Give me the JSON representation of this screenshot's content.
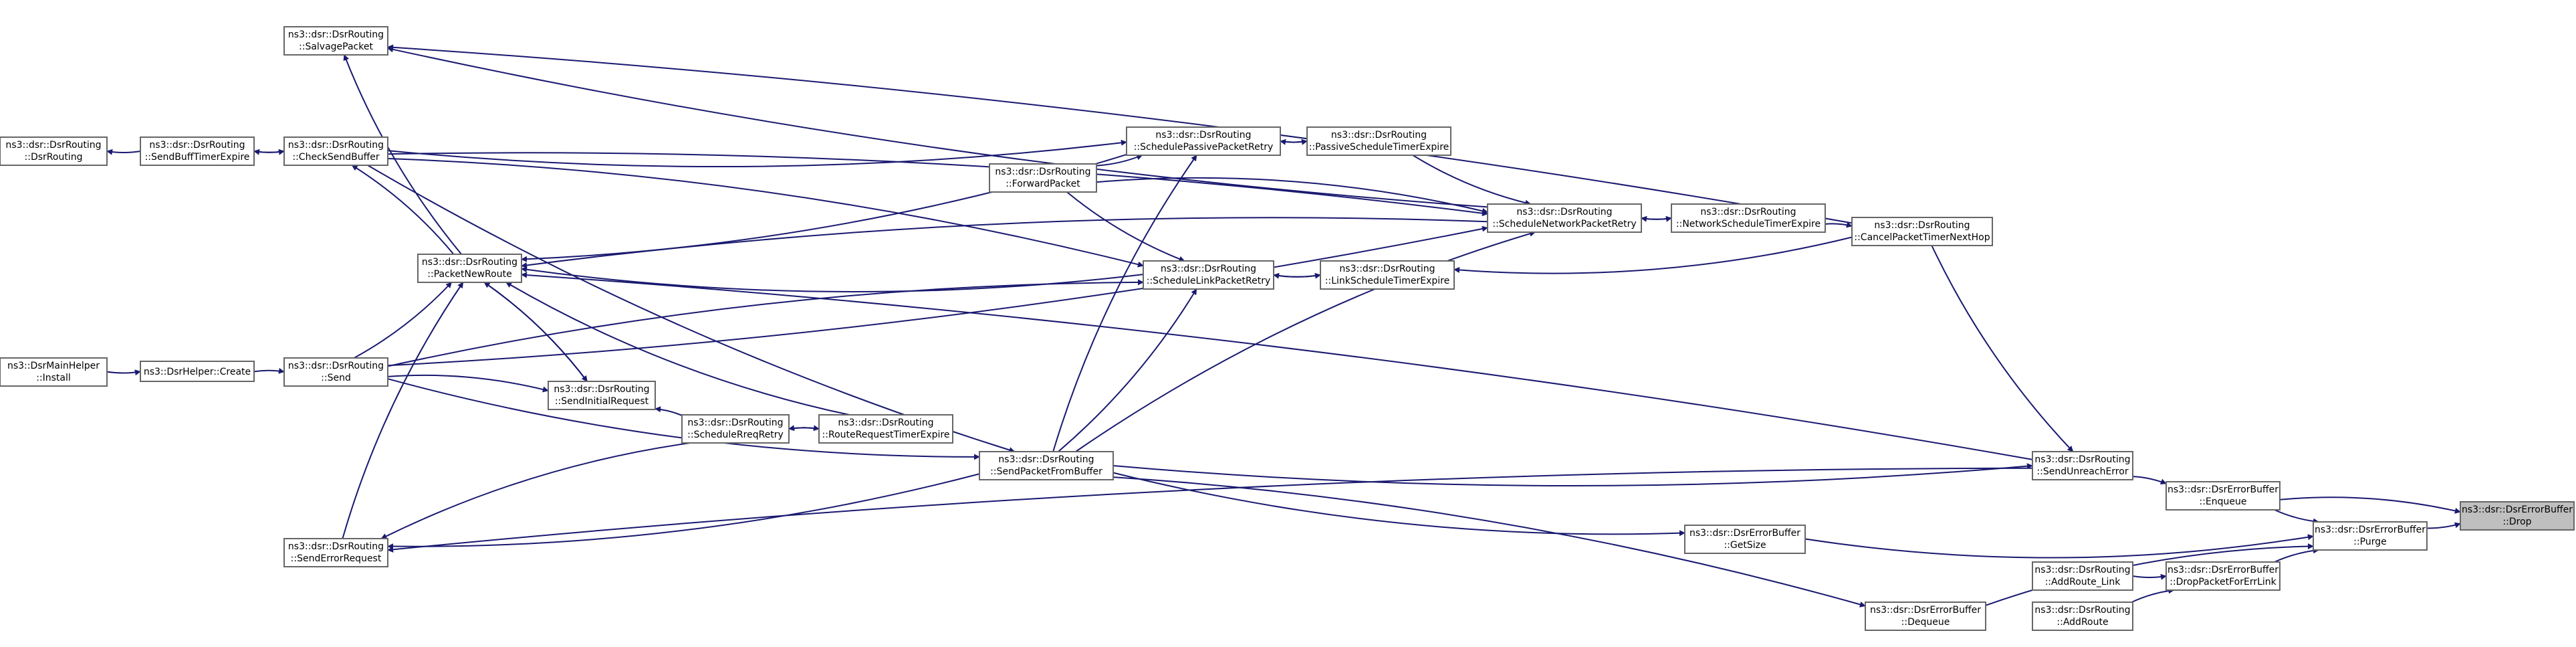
{
  "nodes": [
    {
      "id": "drop",
      "l1": "ns3::dsr::DsrErrorBuffer",
      "l2": "::Drop",
      "focus": true
    },
    {
      "id": "enqueue",
      "l1": "ns3::dsr::DsrErrorBuffer",
      "l2": "::Enqueue"
    },
    {
      "id": "purge",
      "l1": "ns3::dsr::DsrErrorBuffer",
      "l2": "::Purge"
    },
    {
      "id": "dropforerr",
      "l1": "ns3::dsr::DsrErrorBuffer",
      "l2": "::DropPacketForErrLink"
    },
    {
      "id": "addroutelink",
      "l1": "ns3::dsr::DsrRouting",
      "l2": "::AddRoute_Link"
    },
    {
      "id": "addroute",
      "l1": "ns3::dsr::DsrRouting",
      "l2": "::AddRoute"
    },
    {
      "id": "sendunreach",
      "l1": "ns3::dsr::DsrRouting",
      "l2": "::SendUnreachError"
    },
    {
      "id": "getsize",
      "l1": "ns3::dsr::DsrErrorBuffer",
      "l2": "::GetSize"
    },
    {
      "id": "dequeue",
      "l1": "ns3::dsr::DsrErrorBuffer",
      "l2": "::Dequeue"
    },
    {
      "id": "cancelpkt",
      "l1": "ns3::dsr::DsrRouting",
      "l2": "::CancelPacketTimerNextHop"
    },
    {
      "id": "netschedexpire",
      "l1": "ns3::dsr::DsrRouting",
      "l2": "::NetworkScheduleTimerExpire"
    },
    {
      "id": "schednet",
      "l1": "ns3::dsr::DsrRouting",
      "l2": "::ScheduleNetworkPacketRetry"
    },
    {
      "id": "passiveexpire",
      "l1": "ns3::dsr::DsrRouting",
      "l2": "::PassiveScheduleTimerExpire"
    },
    {
      "id": "schedpassive",
      "l1": "ns3::dsr::DsrRouting",
      "l2": "::SchedulePassivePacketRetry"
    },
    {
      "id": "linkexpire",
      "l1": "ns3::dsr::DsrRouting",
      "l2": "::LinkScheduleTimerExpire"
    },
    {
      "id": "schedlink",
      "l1": "ns3::dsr::DsrRouting",
      "l2": "::ScheduleLinkPacketRetry"
    },
    {
      "id": "forward",
      "l1": "ns3::dsr::DsrRouting",
      "l2": "::ForwardPacket"
    },
    {
      "id": "sendfrombuf",
      "l1": "ns3::dsr::DsrRouting",
      "l2": "::SendPacketFromBuffer"
    },
    {
      "id": "rreqexpire",
      "l1": "ns3::dsr::DsrRouting",
      "l2": "::RouteRequestTimerExpire"
    },
    {
      "id": "schedrreq",
      "l1": "ns3::dsr::DsrRouting",
      "l2": "::ScheduleRreqRetry"
    },
    {
      "id": "sendinitreq",
      "l1": "ns3::dsr::DsrRouting",
      "l2": "::SendInitialRequest"
    },
    {
      "id": "pktnewroute",
      "l1": "ns3::dsr::DsrRouting",
      "l2": "::PacketNewRoute"
    },
    {
      "id": "senderrreq",
      "l1": "ns3::dsr::DsrRouting",
      "l2": "::SendErrorRequest"
    },
    {
      "id": "send",
      "l1": "ns3::dsr::DsrRouting",
      "l2": "::Send"
    },
    {
      "id": "checksendbuf",
      "l1": "ns3::dsr::DsrRouting",
      "l2": "::CheckSendBuffer"
    },
    {
      "id": "salvage",
      "l1": "ns3::dsr::DsrRouting",
      "l2": "::SalvagePacket"
    },
    {
      "id": "sendbufexpire",
      "l1": "ns3::dsr::DsrRouting",
      "l2": "::SendBuffTimerExpire"
    },
    {
      "id": "dsrrouting",
      "l1": "ns3::dsr::DsrRouting",
      "l2": "::DsrRouting"
    },
    {
      "id": "helpercreate",
      "l1": "ns3::DsrHelper::Create",
      "l2": ""
    },
    {
      "id": "mainhelper",
      "l1": "ns3::DsrMainHelper",
      "l2": "::Install"
    }
  ]
}
